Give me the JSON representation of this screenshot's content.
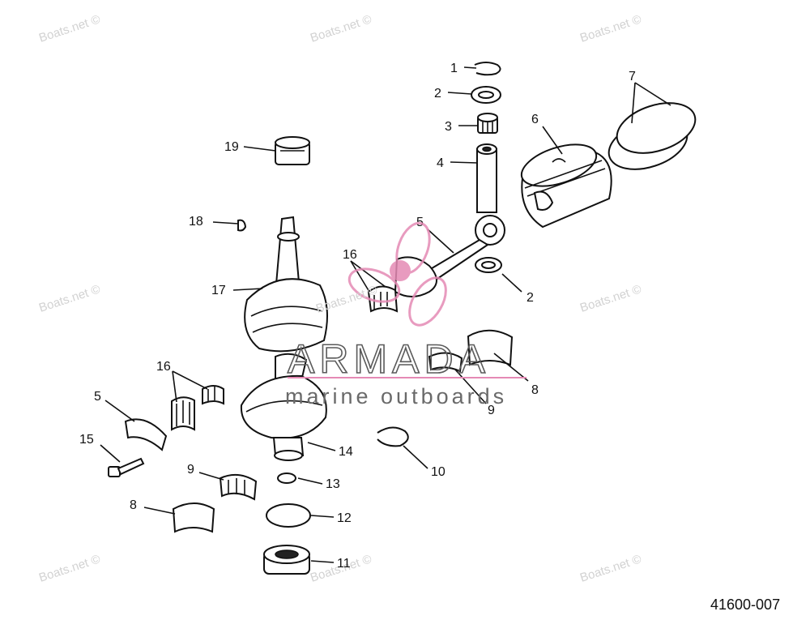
{
  "diagram": {
    "drawing_number": "41600-007",
    "callouts": [
      "1",
      "2",
      "3",
      "4",
      "5",
      "6",
      "7",
      "2",
      "16",
      "17",
      "18",
      "19",
      "16",
      "5",
      "15",
      "9",
      "8",
      "14",
      "13",
      "12",
      "11",
      "10",
      "8",
      "9"
    ]
  },
  "watermark": {
    "text": "Boats.net ©",
    "brand_name": "ARMADA",
    "brand_tagline": "marine outboards",
    "brand_color": "#e58ab5"
  }
}
